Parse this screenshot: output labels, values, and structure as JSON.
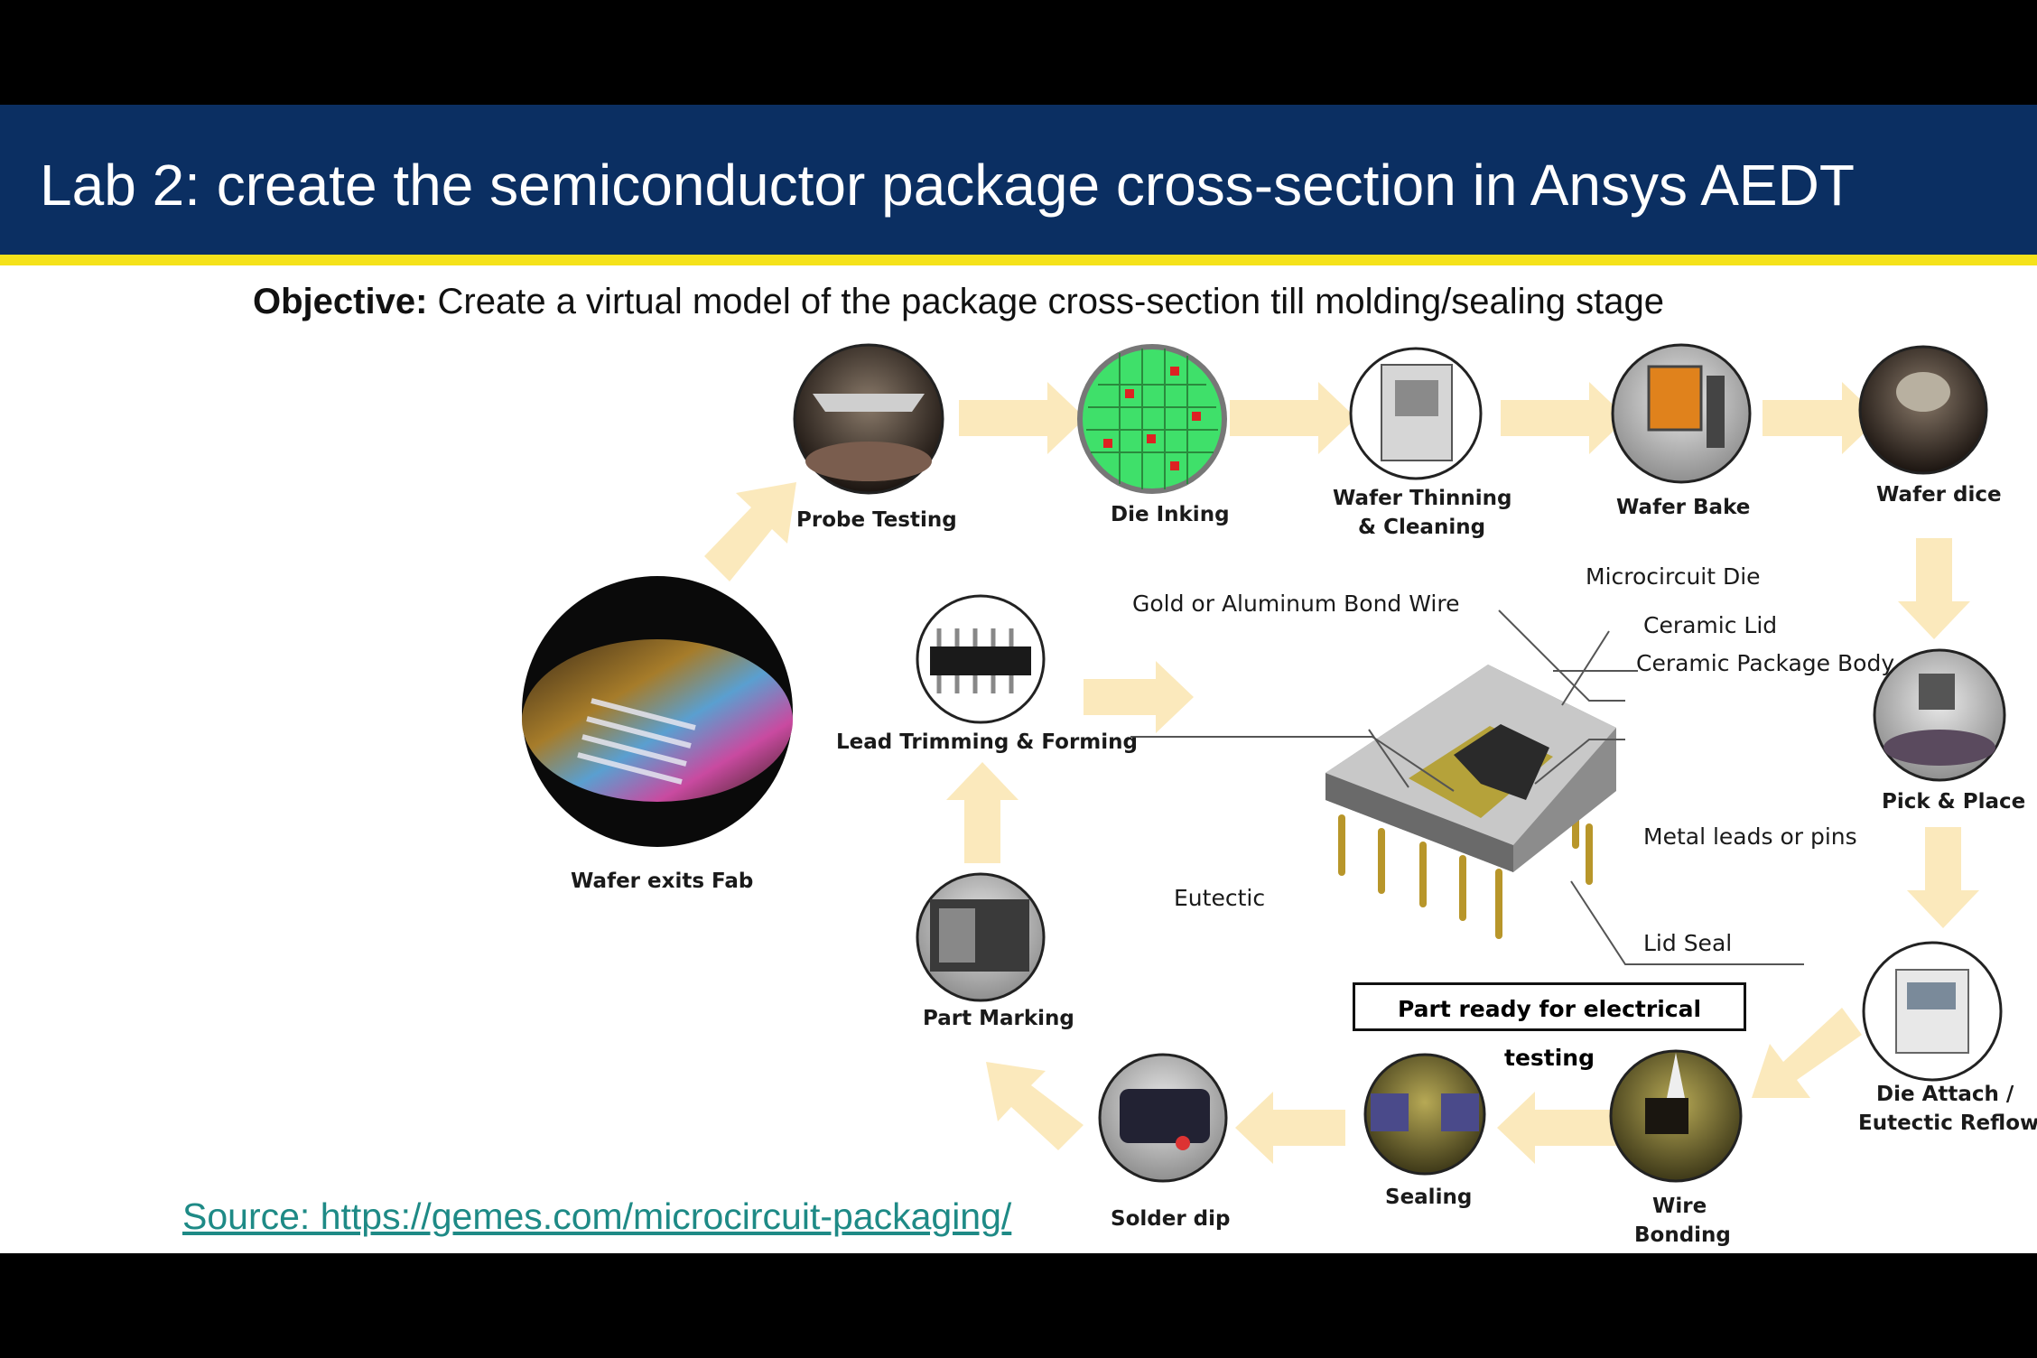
{
  "slide": {
    "title": "Lab 2: create the semiconductor package cross-section in Ansys AEDT",
    "objective_label": "Objective:",
    "objective_text": " Create a virtual model of the package cross-section till molding/sealing stage",
    "source_link": "Source: https://gemes.com/microcircuit-packaging/"
  },
  "steps": {
    "wafer_exits_fab": "Wafer exits Fab",
    "probe_testing": "Probe Testing",
    "die_inking": "Die Inking",
    "wafer_thinning_1": "Wafer Thinning",
    "wafer_thinning_2": "& Cleaning",
    "wafer_bake": "Wafer Bake",
    "wafer_dice": "Wafer dice",
    "pick_place": "Pick & Place",
    "die_attach_1": "Die Attach /",
    "die_attach_2": "Eutectic Reflow",
    "wire_bonding_1": "Wire",
    "wire_bonding_2": "Bonding",
    "sealing": "Sealing",
    "solder_dip": "Solder dip",
    "part_marking": "Part Marking",
    "lead_trimming": "Lead Trimming & Forming"
  },
  "package": {
    "bond_wire": "Gold or Aluminum Bond Wire",
    "microcircuit_die": "Microcircuit Die",
    "ceramic_lid": "Ceramic Lid",
    "ceramic_body": "Ceramic Package Body",
    "metal_leads": "Metal leads or pins",
    "eutectic": "Eutectic",
    "lid_seal": "Lid Seal",
    "ready": "Part ready for electrical testing"
  },
  "colors": {
    "title_bar": "#0b2f62",
    "accent_line": "#f5e21a",
    "arrow": "#fbe7b5",
    "link": "#1e8a86"
  }
}
